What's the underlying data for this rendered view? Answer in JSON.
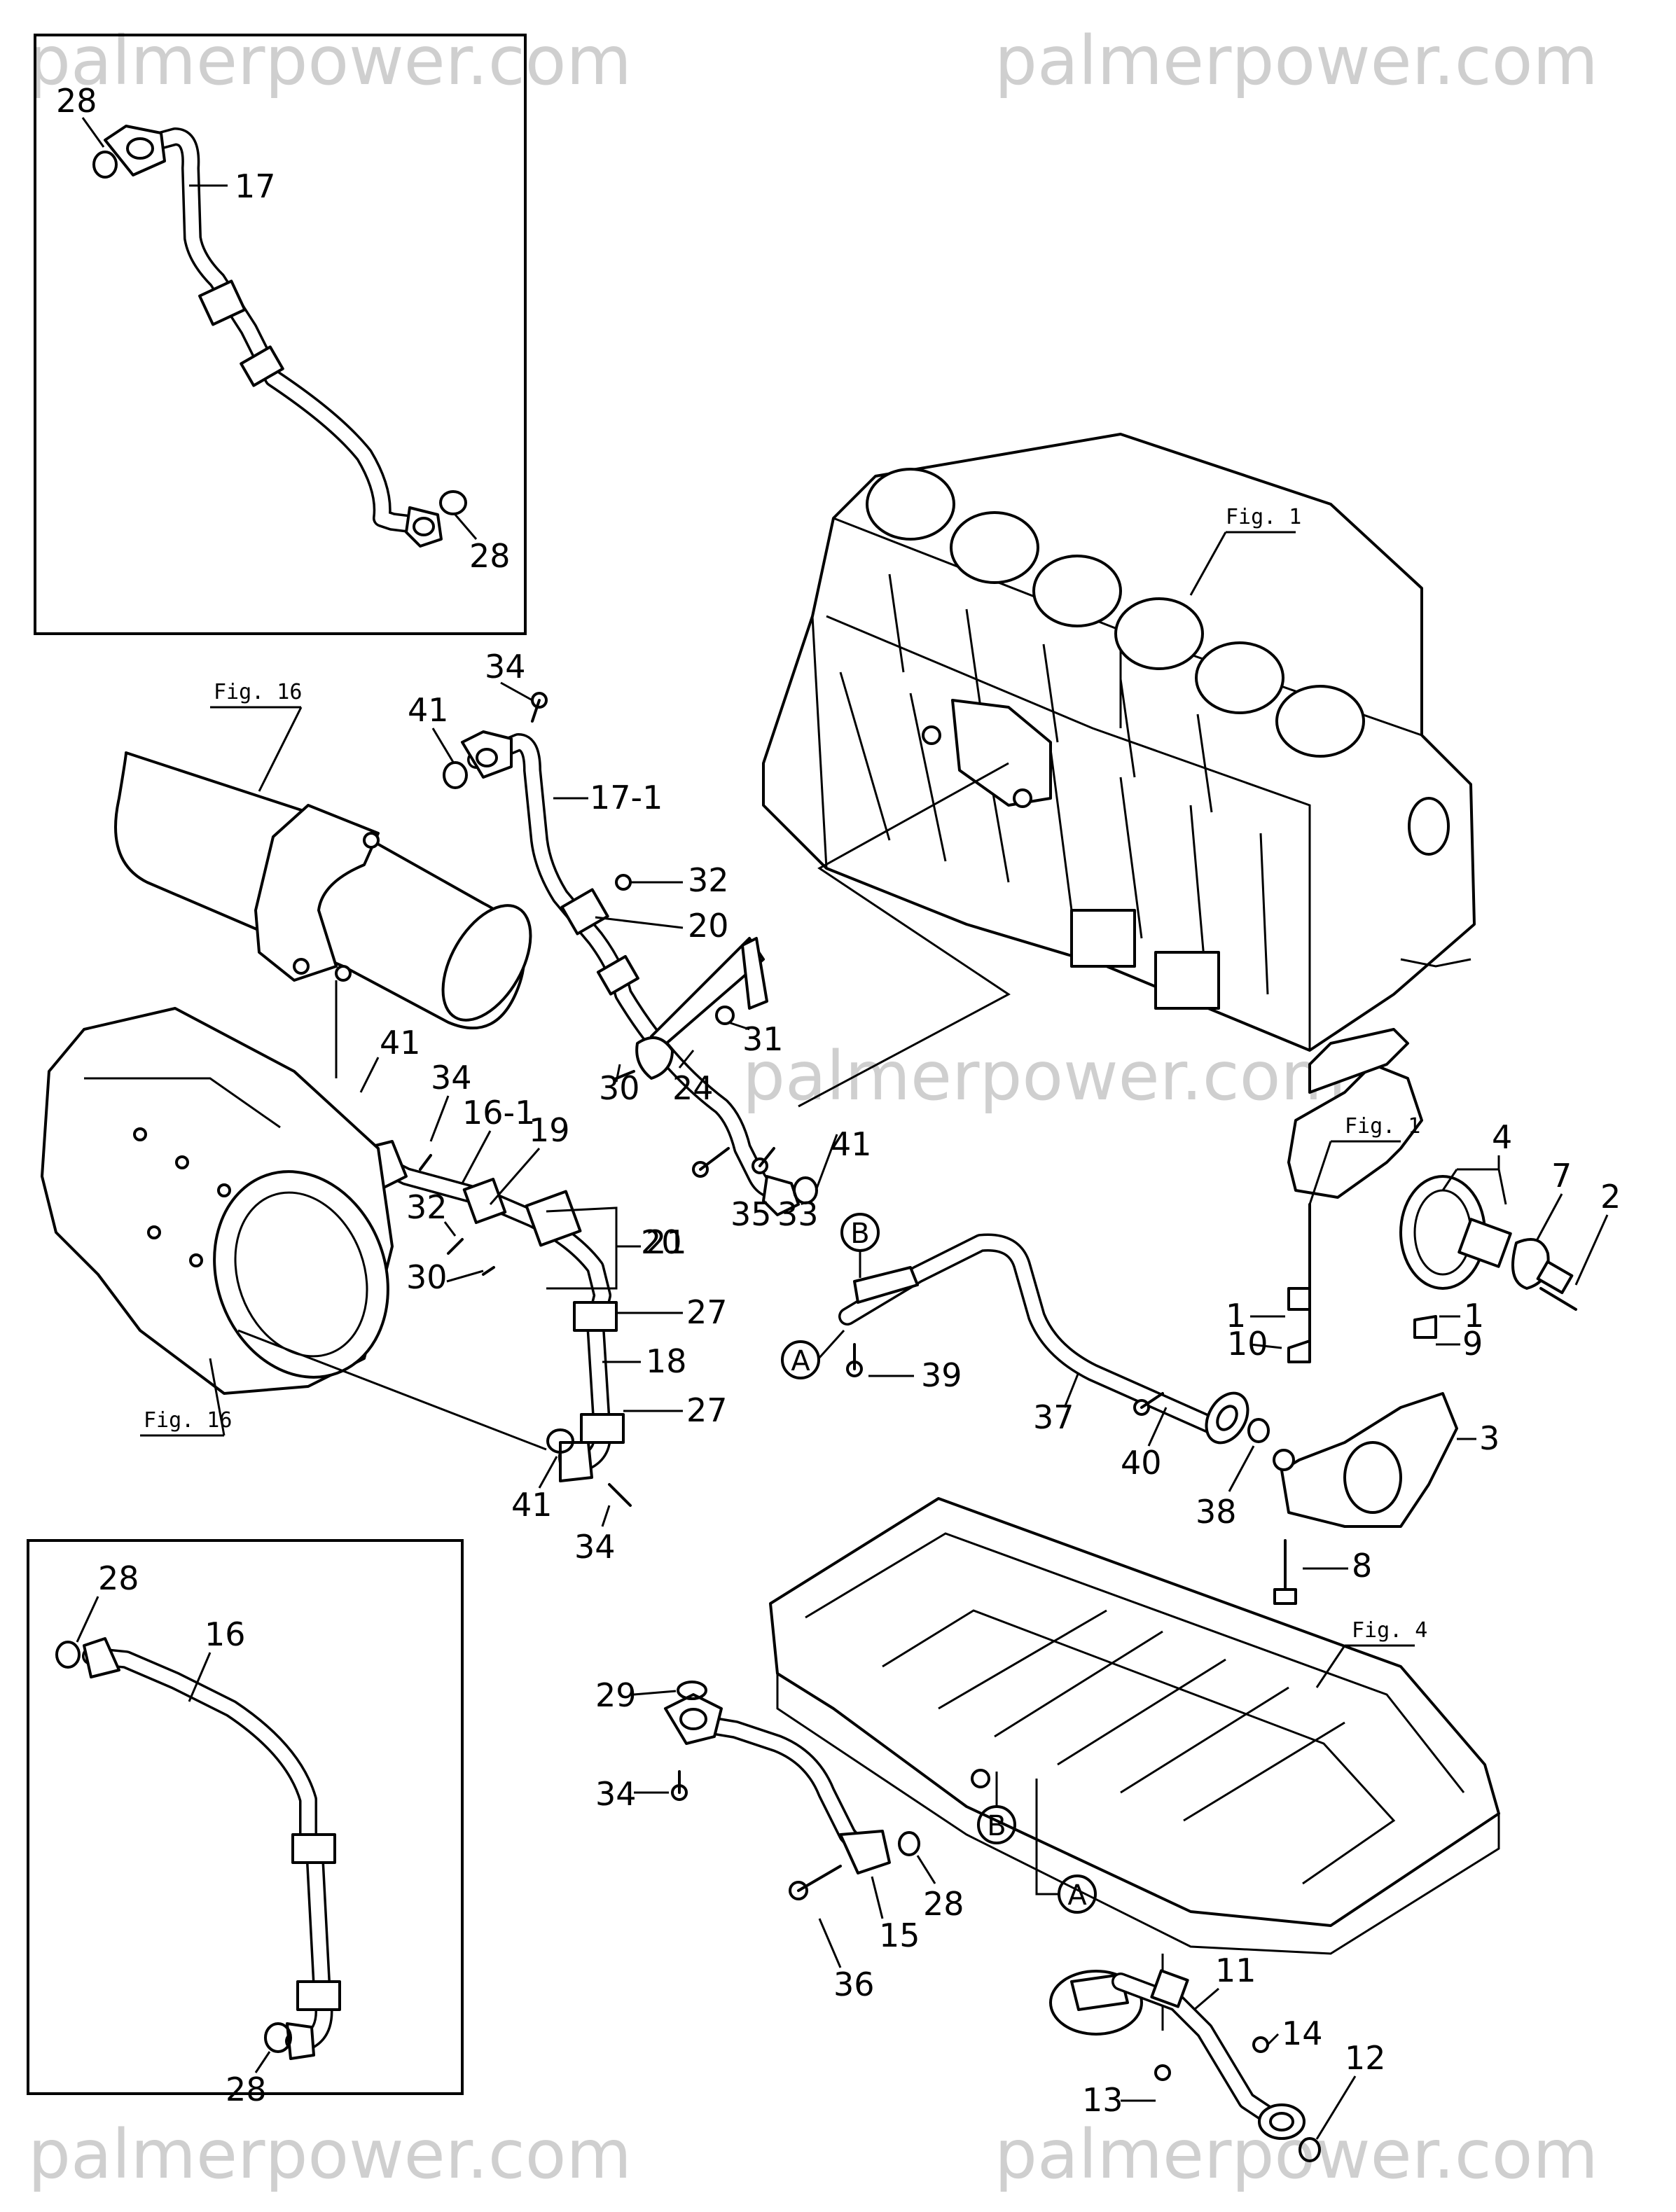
{
  "watermarks": [
    "palmerpower.com",
    "palmerpower.com",
    "palmerpower.com",
    "palmerpower.com",
    "palmerpower.com"
  ],
  "figure_refs": [
    "Fig. 1",
    "Fig. 1",
    "Fig. 16",
    "Fig. 16",
    "Fig. 4"
  ],
  "callouts": [
    "1",
    "1",
    "2",
    "3",
    "4",
    "7",
    "8",
    "9",
    "10",
    "11",
    "12",
    "13",
    "14",
    "15",
    "16",
    "16-1",
    "17",
    "17-1",
    "18",
    "19",
    "20",
    "21",
    "24",
    "27",
    "27",
    "28",
    "28",
    "28",
    "28",
    "28",
    "29",
    "30",
    "30",
    "31",
    "32",
    "32",
    "33",
    "34",
    "34",
    "34",
    "34",
    "35",
    "36",
    "37",
    "38",
    "39",
    "40",
    "41",
    "41",
    "41",
    "41"
  ],
  "section_markers": [
    "A",
    "A",
    "B",
    "B"
  ]
}
